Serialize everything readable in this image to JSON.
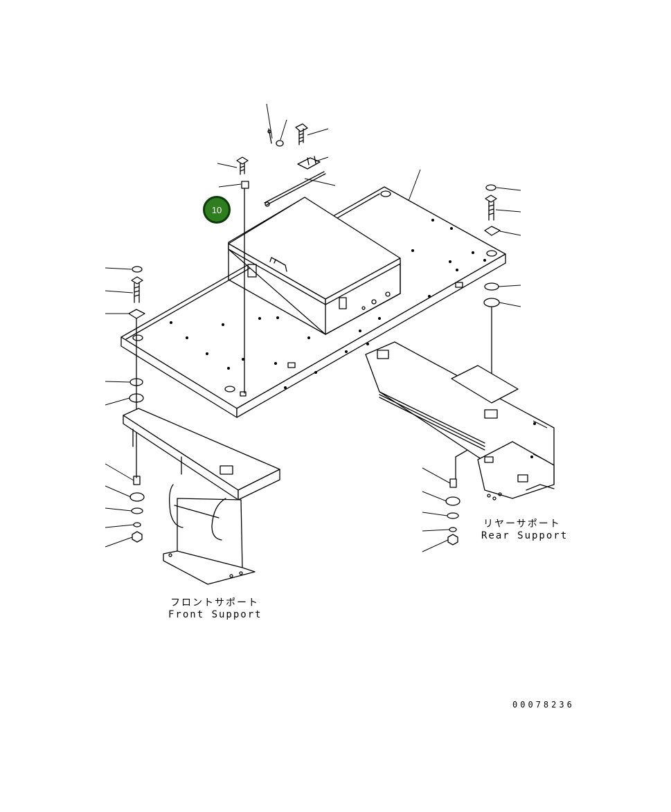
{
  "callout": {
    "number": "10",
    "color": "#2e7d1e"
  },
  "labels": {
    "front_support_jp": "フロントサポート",
    "front_support_en": "Front Support",
    "rear_support_jp": "リヤーサポート",
    "rear_support_en": "Rear Support"
  },
  "drawing_number": "00078236"
}
